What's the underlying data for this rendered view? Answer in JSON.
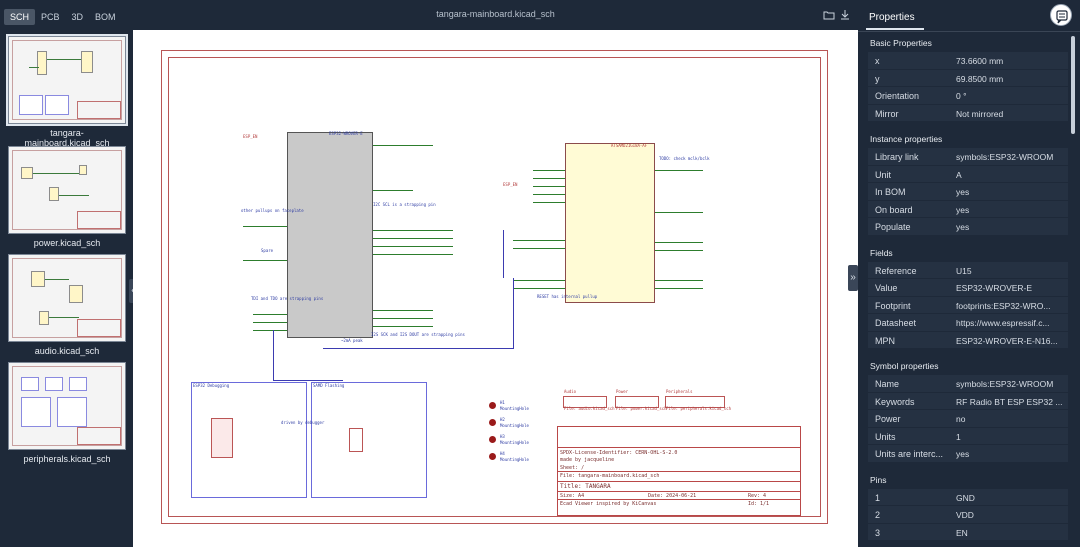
{
  "tabs": [
    {
      "label": "SCH",
      "active": true
    },
    {
      "label": "PCB",
      "active": false
    },
    {
      "label": "3D",
      "active": false
    },
    {
      "label": "BOM",
      "active": false
    }
  ],
  "sheets": [
    {
      "label": "tangara-mainboard.kicad_sch",
      "active": true
    },
    {
      "label": "power.kicad_sch",
      "active": false
    },
    {
      "label": "audio.kicad_sch",
      "active": false
    },
    {
      "label": "peripherals.kicad_sch",
      "active": false
    }
  ],
  "file_title": "tangara-mainboard.kicad_sch",
  "icons": {
    "collapse_left": "«",
    "collapse_right": "»",
    "open": "folder-icon",
    "download": "download-icon",
    "chat": "chat-icon"
  },
  "schematic": {
    "esp32_title": "ESP32-WROVER-E",
    "samd_title": "ATSAMD21G18A-AF",
    "boxes": {
      "debug": "ESP32 Debugging",
      "flash": "SAMD Flashing"
    },
    "mounting_holes": [
      "H1",
      "H2",
      "H3",
      "H4"
    ],
    "mounting_label": "MountingHole",
    "subsheets": [
      {
        "name": "Audio",
        "file": "File: audio.kicad_sch"
      },
      {
        "name": "Power",
        "file": "File: power.kicad_sch"
      },
      {
        "name": "Peripherals",
        "file": "File: peripherals.kicad_sch"
      }
    ],
    "title_block": {
      "license": "SPDX-License-Identifier: CERN-OHL-S-2.0",
      "author": "made by jacqueline",
      "sheet": "Sheet: /",
      "file": "File: tangara-mainboard.kicad_sch",
      "title": "Title: TANGARA",
      "size": "Size: A4",
      "date": "Date: 2024-06-21",
      "rev": "Rev: 4",
      "viewer": "Ecad Viewer inspired by KiCanvas",
      "id": "Id: 1/1"
    },
    "notes": {
      "other_pullups": "other pullups on faceplate",
      "spare": "Spare",
      "strapping": "TDI and TDO are strapping pins",
      "driven": "driven by debugger",
      "esp_en": "ESP_EN",
      "reset": "RESET has internal pullup",
      "todo": "TODO: check mclk/bclk",
      "pulldown": "~2mA peak",
      "i2s": "I2S SCK and I2S DOUT are strapping pins",
      "i2c": "I2C SCL is a strapping pin"
    }
  },
  "properties": {
    "title": "Properties",
    "sections": [
      {
        "title": "Basic Properties",
        "rows": [
          {
            "key": "x",
            "value": "73.6600 mm"
          },
          {
            "key": "y",
            "value": "69.8500 mm"
          },
          {
            "key": "Orientation",
            "value": "0 °"
          },
          {
            "key": "Mirror",
            "value": "Not mirrored"
          }
        ]
      },
      {
        "title": "Instance properties",
        "rows": [
          {
            "key": "Library link",
            "value": "symbols:ESP32-WROOM"
          },
          {
            "key": "Unit",
            "value": "A"
          },
          {
            "key": "In BOM",
            "value": "yes"
          },
          {
            "key": "On board",
            "value": "yes"
          },
          {
            "key": "Populate",
            "value": "yes"
          }
        ]
      },
      {
        "title": "Fields",
        "rows": [
          {
            "key": "Reference",
            "value": "U15"
          },
          {
            "key": "Value",
            "value": "ESP32-WROVER-E"
          },
          {
            "key": "Footprint",
            "value": "footprints:ESP32-WRO..."
          },
          {
            "key": "Datasheet",
            "value": "https://www.espressif.c..."
          },
          {
            "key": "MPN",
            "value": "ESP32-WROVER-E-N16..."
          }
        ]
      },
      {
        "title": "Symbol properties",
        "rows": [
          {
            "key": "Name",
            "value": "symbols:ESP32-WROOM"
          },
          {
            "key": "Keywords",
            "value": "RF Radio BT ESP ESP32 ..."
          },
          {
            "key": "Power",
            "value": "no"
          },
          {
            "key": "Units",
            "value": "1"
          },
          {
            "key": "Units are interc...",
            "value": "yes"
          }
        ]
      },
      {
        "title": "Pins",
        "rows": [
          {
            "key": "1",
            "value": "GND"
          },
          {
            "key": "2",
            "value": "VDD"
          },
          {
            "key": "3",
            "value": "EN"
          }
        ]
      }
    ]
  }
}
